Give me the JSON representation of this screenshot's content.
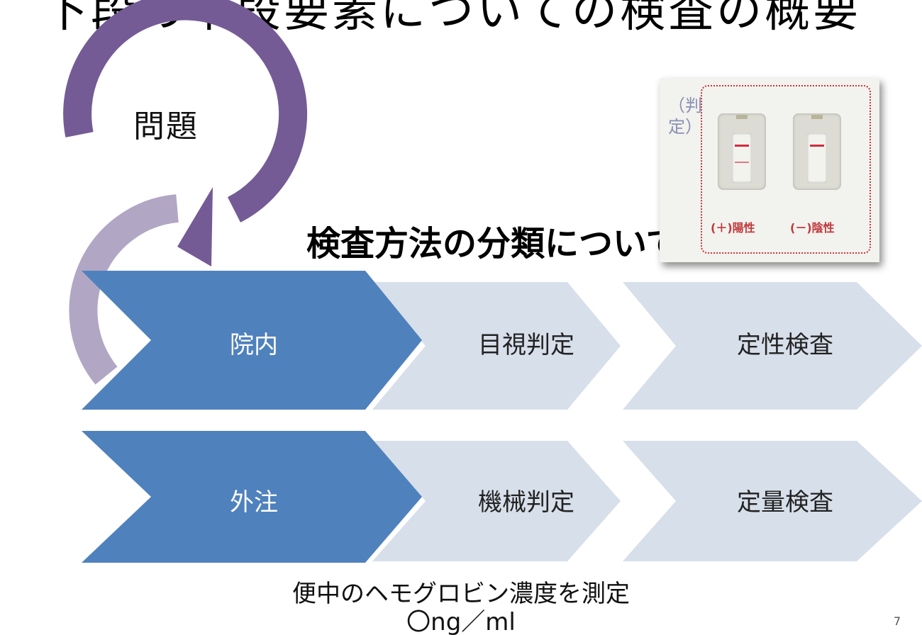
{
  "header": {
    "cut_title": "下段の下段要素についての検査の概要"
  },
  "cycle": {
    "label": "問題"
  },
  "subtitle": "検査方法の分類について",
  "rows": [
    {
      "lead": "院内",
      "steps": [
        "目視判定",
        "定性検査"
      ]
    },
    {
      "lead": "外注",
      "steps": [
        "機械判定",
        "定量検査"
      ]
    }
  ],
  "photo": {
    "side_label": "（判定）",
    "positive_label": "(＋)陽性",
    "negative_label": "(－)陰性"
  },
  "footnote": {
    "line1": "便中のヘモグロビン濃度を測定",
    "line2": "〇ng／ml"
  },
  "page_number": "7",
  "colors": {
    "lead_fill": "#4f81bd",
    "step_fill": "#d7dfea",
    "arrow_dark": "#745b95",
    "arrow_light": "#b1a6c4"
  }
}
